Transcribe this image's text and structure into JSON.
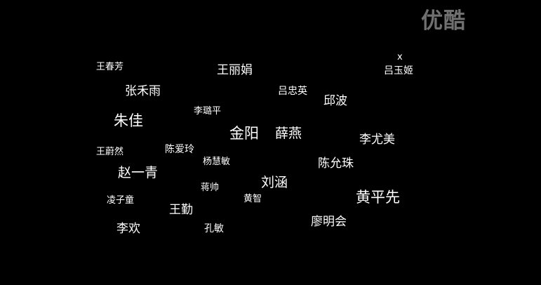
{
  "watermark": {
    "logo_text": "优酷"
  },
  "close_label": "x",
  "names": [
    {
      "key": "wang-chunfang",
      "text": "王春芳"
    },
    {
      "key": "wang-lijuan",
      "text": "王丽娟"
    },
    {
      "key": "lv-yuji",
      "text": "吕玉姬"
    },
    {
      "key": "zhang-heyu",
      "text": "张禾雨"
    },
    {
      "key": "lv-zhongying",
      "text": "吕忠英"
    },
    {
      "key": "qiu-bo",
      "text": "邱波"
    },
    {
      "key": "li-luping",
      "text": "李璐平"
    },
    {
      "key": "zhu-jia",
      "text": "朱佳"
    },
    {
      "key": "jin-yang",
      "text": "金阳"
    },
    {
      "key": "xue-yan",
      "text": "薛燕"
    },
    {
      "key": "li-youmei",
      "text": "李尤美"
    },
    {
      "key": "wang-weiran",
      "text": "王蔚然"
    },
    {
      "key": "chen-ailing",
      "text": "陈爱玲"
    },
    {
      "key": "yang-huimin",
      "text": "杨慧敏"
    },
    {
      "key": "chen-yunzhu",
      "text": "陈允珠"
    },
    {
      "key": "zhao-yiqing",
      "text": "赵一青"
    },
    {
      "key": "liu-han",
      "text": "刘涵"
    },
    {
      "key": "jiang-shuai",
      "text": "蒋帅"
    },
    {
      "key": "huang-pingxian",
      "text": "黄平先"
    },
    {
      "key": "ling-zitong",
      "text": "凌子童"
    },
    {
      "key": "huang-zhi",
      "text": "黄智"
    },
    {
      "key": "wang-qin",
      "text": "王勤"
    },
    {
      "key": "liao-minghui",
      "text": "廖明会"
    },
    {
      "key": "li-huan",
      "text": "李欢"
    },
    {
      "key": "kong-min",
      "text": "孔敏"
    }
  ]
}
